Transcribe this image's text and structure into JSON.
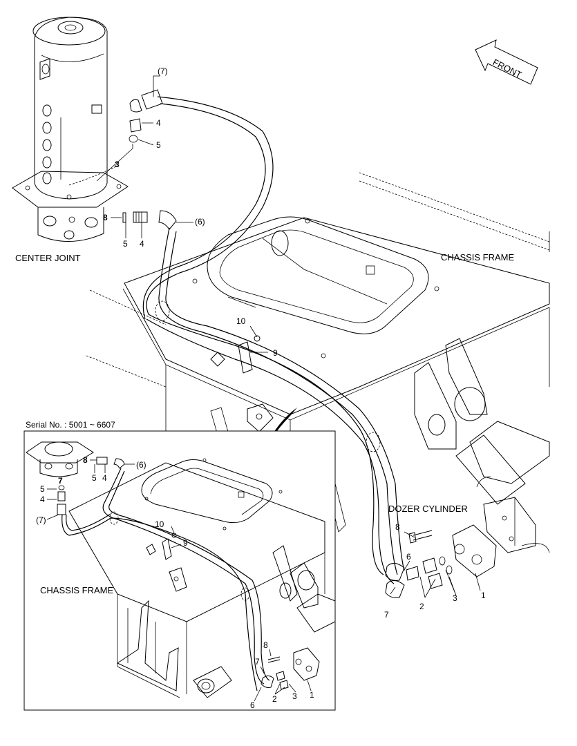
{
  "labels": {
    "center_joint": "CENTER JOINT",
    "chassis_frame": "CHASSIS FRAME",
    "dozer_cylinder": "DOZER CYLINDER",
    "front": "FRONT",
    "inset_chassis_frame": "CHASSIS FRAME",
    "serial": "Serial No. : 5001 ~ 6607"
  },
  "callouts": {
    "main": {
      "p7_top": "(7)",
      "p4_top": "4",
      "p5_top": "5",
      "p3_joint": "3",
      "p8_joint": "8",
      "p5_joint": "5",
      "p4_joint": "4",
      "p6_joint": "(6)",
      "p10": "10",
      "p9": "9",
      "p8_cyl": "8",
      "p6_cyl": "6",
      "p7_cyl": "7",
      "p2_cyl": "2",
      "p3_cyl": "3",
      "p1_cyl": "1"
    },
    "inset": {
      "p8": "8",
      "p5": "5",
      "p4": "4",
      "p6_paren": "(6)",
      "p7_bold": "7",
      "p5b": "5",
      "p4b": "4",
      "p7_paren": "(7)",
      "p10": "10",
      "p9": "9",
      "p8_cyl": "8",
      "p7_cyl": "7",
      "p6_cyl": "6",
      "p2_cyl": "2",
      "p3_cyl": "3",
      "p1_cyl": "1"
    }
  }
}
